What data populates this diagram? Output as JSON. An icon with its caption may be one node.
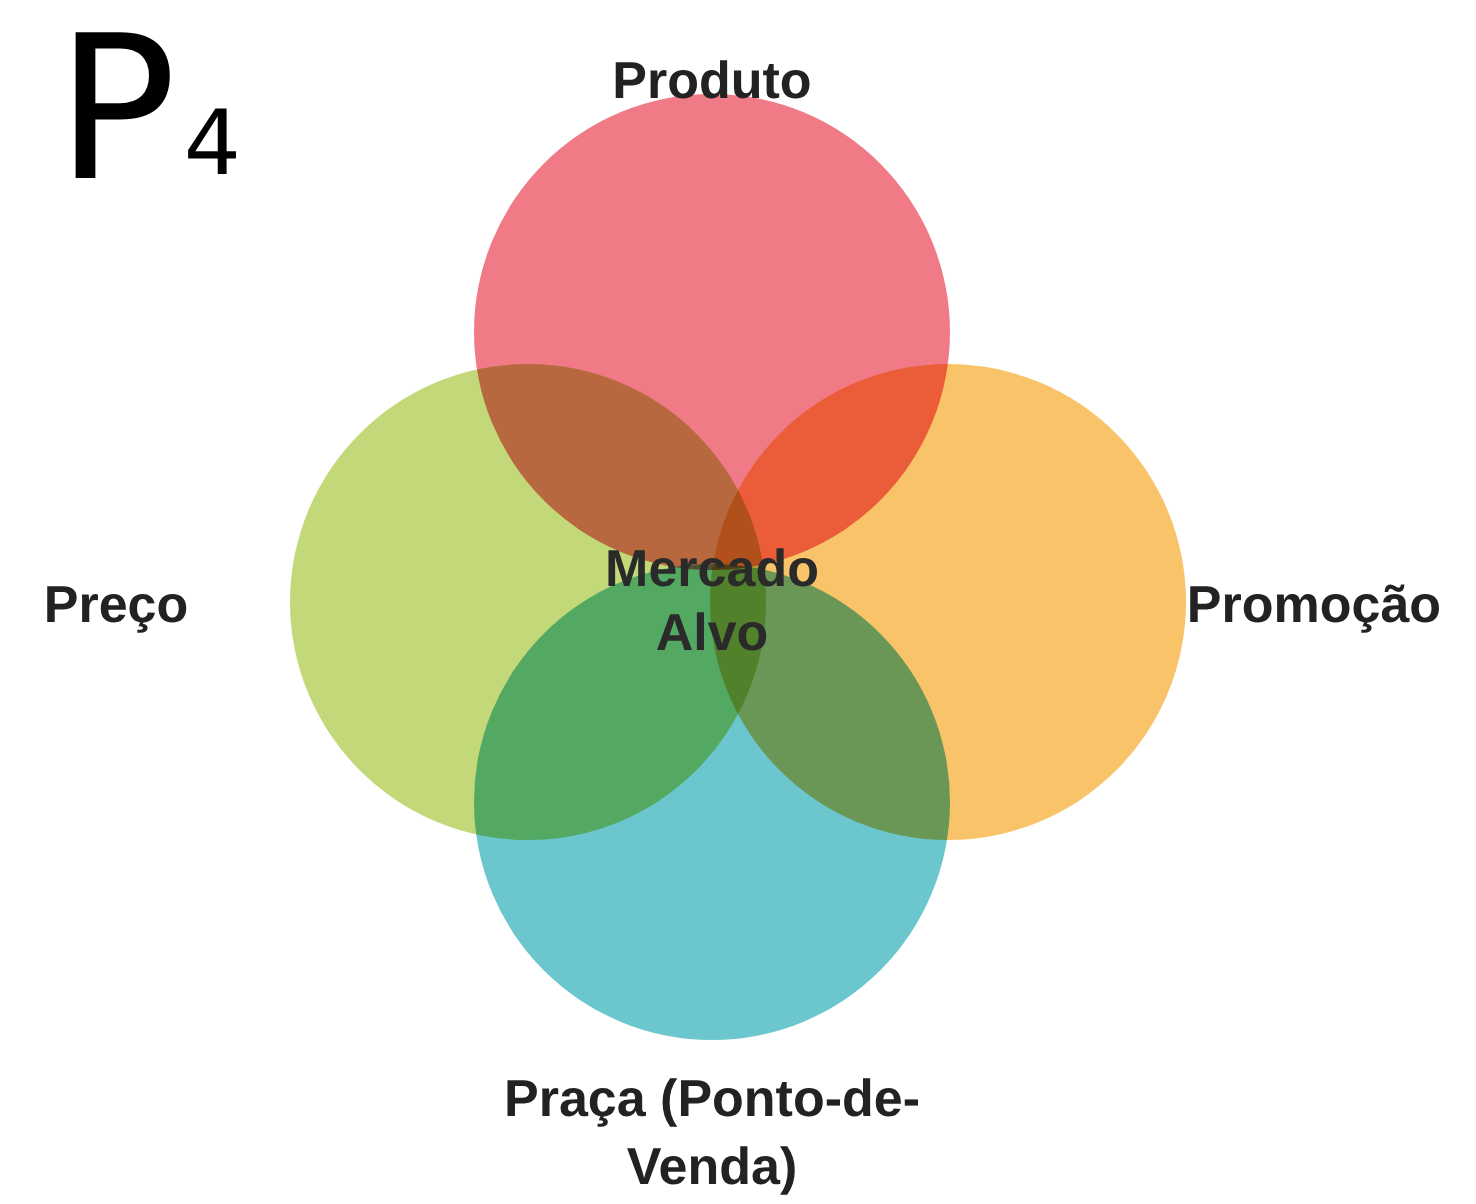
{
  "diagram": {
    "title": "P$_{4}$",
    "nodes": [
      {
        "text": [
          "Produto"
        ]
      },
      {
        "text": [
          "Preço"
        ]
      },
      {
        "text": [
          "Promoção"
        ]
      },
      {
        "text": [
          "Praça (Ponto-de-Venda)"
        ]
      }
    ],
    "labels": [
      "Mercado Alvo"
    ]
  }
}
